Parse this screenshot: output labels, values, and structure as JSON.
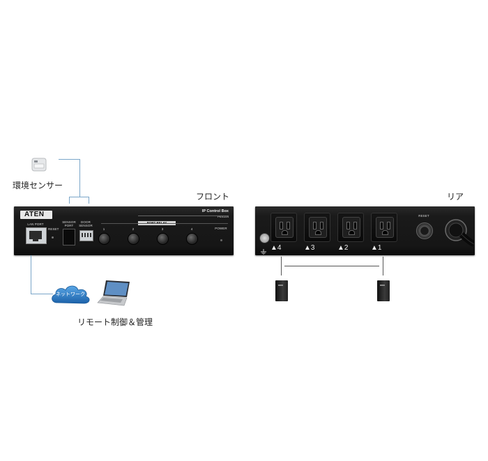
{
  "labels": {
    "env_sensor": "環境センサー",
    "front": "フロント",
    "rear": "リア",
    "remote_control": "リモート制御＆管理",
    "network": "ネットワーク"
  },
  "front_panel": {
    "brand": "ATEN",
    "title": "IP Control Box",
    "model": "PE4104",
    "lan_port": "LAN PORT",
    "reset": "RESET",
    "sensor_port_1": "SENSOR",
    "sensor_port_2": "PORT",
    "door_sensor_1": "DOOR",
    "door_sensor_2": "SENSOR",
    "strip_label": "PORT RELAY",
    "outlets": [
      "1",
      "2",
      "3",
      "4"
    ],
    "power": "POWER"
  },
  "rear_panel": {
    "reset": "RESET",
    "outlets": [
      "▲4",
      "▲3",
      "▲2",
      "▲1"
    ]
  },
  "colors": {
    "connector_line": "#7aa6c9",
    "device_body": "#1a1a1a",
    "cloud": "#2f7fc7"
  }
}
